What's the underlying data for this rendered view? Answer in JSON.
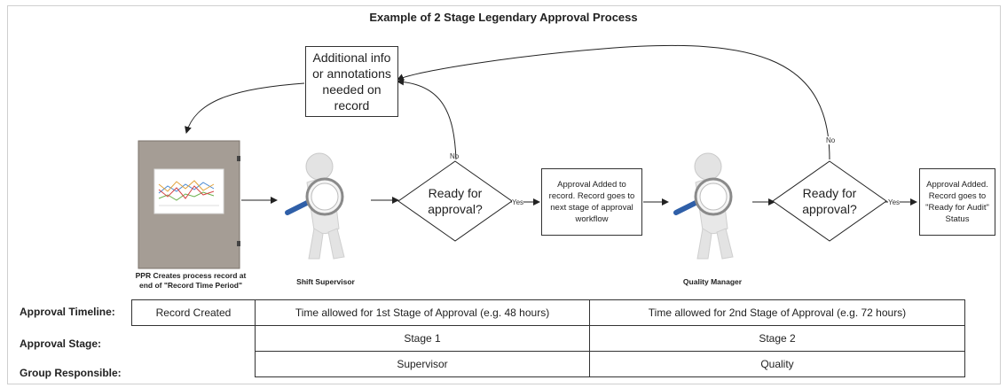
{
  "title": "Example of 2 Stage Legendary Approval Process",
  "info_box": "Additional info or annotations needed on record",
  "decision_1": "Ready for approval?",
  "decision_2": "Ready for approval?",
  "no_label_1": "No",
  "no_label_2": "No",
  "yes_label_1": "Yes",
  "yes_label_2": "Yes",
  "approval_box_1": "Approval Added to record. Record goes to next stage of approval workflow",
  "approval_box_2": "Approval Added. Record goes to \"Ready for Audit\" Status",
  "captions": {
    "record": "PPR Creates process record at end of \"Record Time Period\"",
    "supervisor": "Shift Supervisor",
    "manager": "Quality Manager"
  },
  "table": {
    "labels": {
      "timeline": "Approval Timeline:",
      "stage": "Approval Stage:",
      "group": "Group Responsible:"
    },
    "timeline": {
      "created": "Record Created",
      "stage1_time": "Time allowed for 1st Stage of Approval (e.g. 48 hours)",
      "stage2_time": "Time allowed for 2nd Stage of Approval (e.g. 72 hours)"
    },
    "stage": {
      "stage1": "Stage 1",
      "stage2": "Stage 2"
    },
    "group": {
      "stage1": "Supervisor",
      "stage2": "Quality"
    }
  },
  "colors": {
    "document": "#a59d95",
    "figure": "#e3e3e3",
    "magnifier_handle": "#2f5fa8"
  },
  "icons": [
    "process-record-document-icon",
    "magnifier-figure-icon",
    "chart-thumbnail-icon"
  ]
}
